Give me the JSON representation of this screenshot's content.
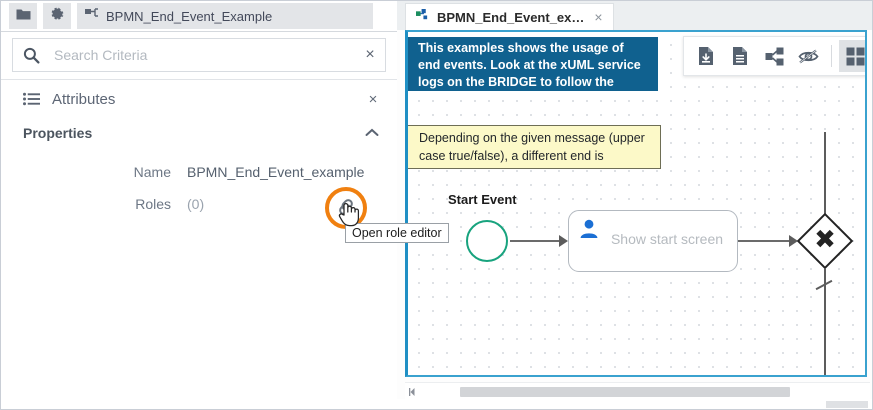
{
  "left_panel": {
    "tabs": [
      {
        "name": "folder-tab",
        "icon": "folder-icon",
        "label": ""
      },
      {
        "name": "settings-tab",
        "icon": "gear-icon",
        "label": ""
      },
      {
        "name": "model-tab",
        "icon": "tree-icon",
        "label": "BPMN_End_Event_Example"
      }
    ],
    "search": {
      "placeholder": "Search Criteria",
      "value": "",
      "icon": "search-icon",
      "clear_label": "×"
    },
    "attributes": {
      "icon": "list-icon",
      "title": "Attributes",
      "close_label": "×"
    },
    "properties": {
      "label": "Properties",
      "collapse_icon": "chevron-up-icon",
      "fields": [
        {
          "label": "Name",
          "value": "BPMN_End_Event_example",
          "muted": false
        },
        {
          "label": "Roles",
          "value": "(0)",
          "muted": true
        }
      ]
    }
  },
  "right_panel": {
    "tab": {
      "label": "BPMN_End_Event_ex…",
      "icon": "diagram-icon",
      "close_label": "×"
    },
    "toolbar": {
      "buttons": [
        {
          "name": "export-document-button",
          "icon": "document-download-icon"
        },
        {
          "name": "documentation-button",
          "icon": "document-icon"
        },
        {
          "name": "share-button",
          "icon": "share-icon"
        },
        {
          "name": "hide-button",
          "icon": "eye-off-icon"
        },
        {
          "name": "layout-grid-button",
          "icon": "grid-icon",
          "active": true
        },
        {
          "name": "more-button",
          "icon": "chevron-down-icon"
        }
      ]
    },
    "diagram": {
      "banner_text": "This examples shows the usage of end events. Look at the xUML service logs on the BRIDGE to follow the process flow.",
      "note_text": "Depending on the given message (upper case true/false), a different end is reached.",
      "start_event_label": "Start Event",
      "task_label": "Show start screen",
      "task_icon": "user-icon",
      "gateway_marker": "✖"
    },
    "scrollbar": {
      "left_arrow": "scroll-left-arrow"
    }
  },
  "overlay": {
    "tooltip_text": "Open role editor",
    "highlight_icon": "link-icon",
    "cursor": "pointing-hand-cursor",
    "highlight_color": "#f08010"
  }
}
